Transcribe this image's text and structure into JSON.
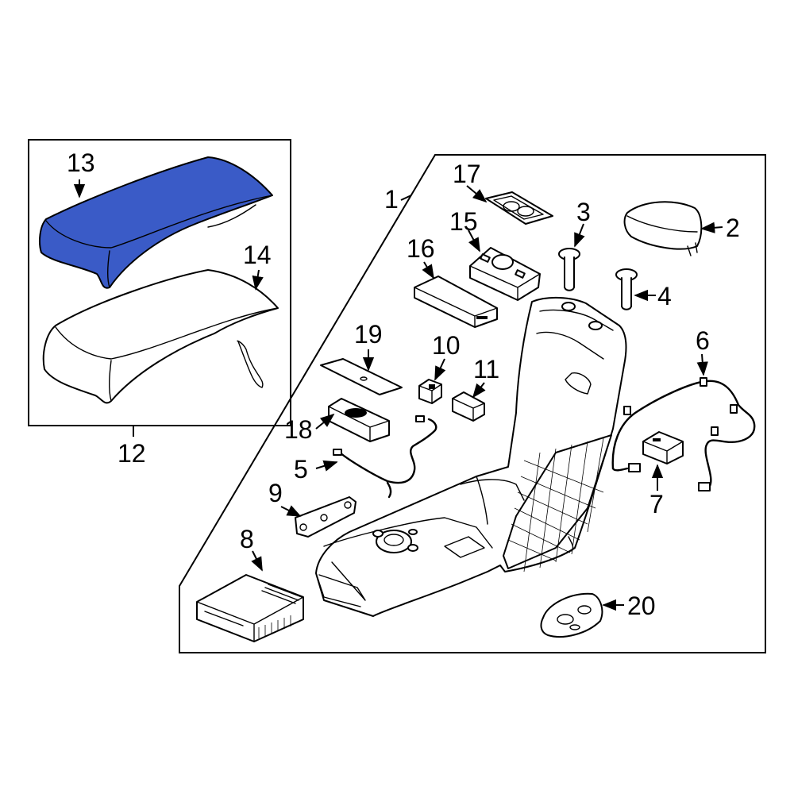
{
  "diagram": {
    "highlight_color": "#3a5bc7",
    "callouts": [
      {
        "id": "1",
        "text": "1"
      },
      {
        "id": "2",
        "text": "2"
      },
      {
        "id": "3",
        "text": "3"
      },
      {
        "id": "4",
        "text": "4"
      },
      {
        "id": "5",
        "text": "5"
      },
      {
        "id": "6",
        "text": "6"
      },
      {
        "id": "7",
        "text": "7"
      },
      {
        "id": "8",
        "text": "8"
      },
      {
        "id": "9",
        "text": "9"
      },
      {
        "id": "10",
        "text": "10"
      },
      {
        "id": "11",
        "text": "11"
      },
      {
        "id": "12",
        "text": "12"
      },
      {
        "id": "13",
        "text": "13"
      },
      {
        "id": "14",
        "text": "14"
      },
      {
        "id": "15",
        "text": "15"
      },
      {
        "id": "16",
        "text": "16"
      },
      {
        "id": "17",
        "text": "17"
      },
      {
        "id": "18",
        "text": "18"
      },
      {
        "id": "19",
        "text": "19"
      },
      {
        "id": "20",
        "text": "20"
      }
    ]
  }
}
